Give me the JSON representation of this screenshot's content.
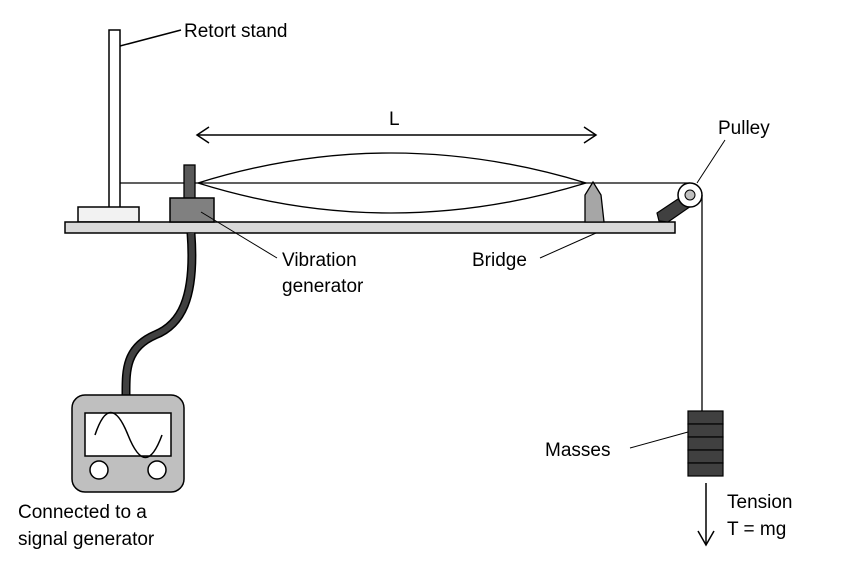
{
  "labels": {
    "retort_stand": "Retort stand",
    "length": "L",
    "pulley": "Pulley",
    "vibration_generator_line1": "Vibration",
    "vibration_generator_line2": "generator",
    "bridge": "Bridge",
    "masses": "Masses",
    "tension_line1": "Tension",
    "tension_line2": "T = mg",
    "signal_line1": "Connected to a",
    "signal_line2": "signal generator"
  },
  "colors": {
    "board": "#d9d9d9",
    "generator": "#808080",
    "bridge": "#a6a6a6",
    "masses": "#404040",
    "cable": "#404040",
    "signal_body": "#bfbfbf"
  }
}
